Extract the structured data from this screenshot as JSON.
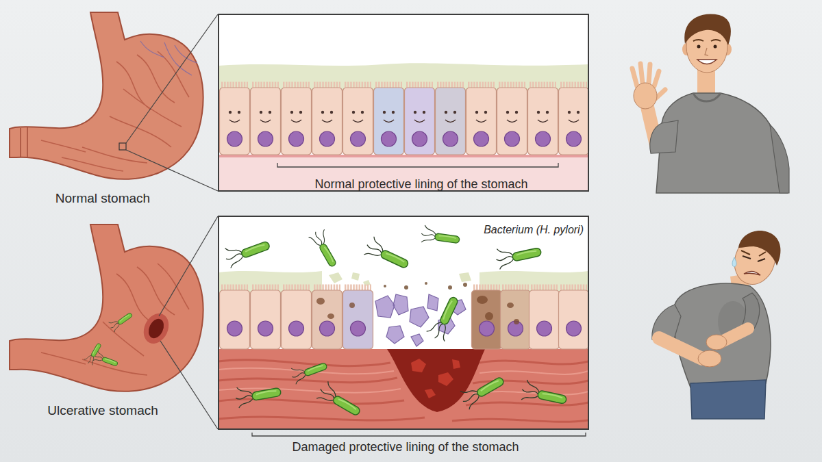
{
  "diagram": {
    "nodes": [
      {
        "text": [
          "Normal protective lining of the stomach"
        ]
      },
      {
        "text": [
          "Bacterium (H. pylori)",
          "Damaged protective lining of the stomach"
        ]
      }
    ],
    "labels": [
      "Normal stomach",
      "Ulcerative stomach"
    ]
  }
}
